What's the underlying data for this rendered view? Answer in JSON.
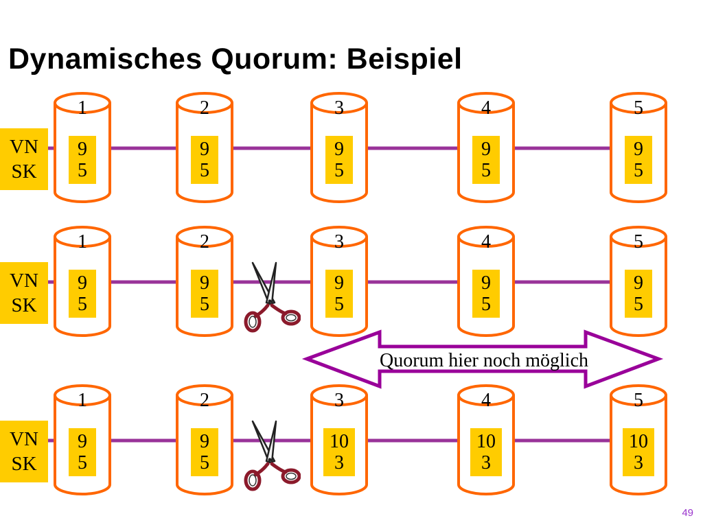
{
  "title": "Dynamisches Quorum: Beispiel",
  "page_number": "49",
  "colors": {
    "cylinder_stroke": "#FF6600",
    "link": "#993399",
    "box_fill": "#FFCC00",
    "arrow_stroke": "#990099",
    "page_number": "#9933CC"
  },
  "rows": [
    {
      "labels": [
        "VN",
        "SK"
      ],
      "cut_after_node": null,
      "nodes": [
        {
          "id": "1",
          "vn": "9",
          "sk": "5"
        },
        {
          "id": "2",
          "vn": "9",
          "sk": "5"
        },
        {
          "id": "3",
          "vn": "9",
          "sk": "5"
        },
        {
          "id": "4",
          "vn": "9",
          "sk": "5"
        },
        {
          "id": "5",
          "vn": "9",
          "sk": "5"
        }
      ]
    },
    {
      "labels": [
        "VN",
        "SK"
      ],
      "cut_after_node": 2,
      "nodes": [
        {
          "id": "1",
          "vn": "9",
          "sk": "5"
        },
        {
          "id": "2",
          "vn": "9",
          "sk": "5"
        },
        {
          "id": "3",
          "vn": "9",
          "sk": "5"
        },
        {
          "id": "4",
          "vn": "9",
          "sk": "5"
        },
        {
          "id": "5",
          "vn": "9",
          "sk": "5"
        }
      ]
    },
    {
      "labels": [
        "VN",
        "SK"
      ],
      "cut_after_node": 2,
      "nodes": [
        {
          "id": "1",
          "vn": "9",
          "sk": "5"
        },
        {
          "id": "2",
          "vn": "9",
          "sk": "5"
        },
        {
          "id": "3",
          "vn": "10",
          "sk": "3"
        },
        {
          "id": "4",
          "vn": "10",
          "sk": "3"
        },
        {
          "id": "5",
          "vn": "10",
          "sk": "3"
        }
      ]
    }
  ],
  "quorum_arrow": {
    "text": "Quorum hier noch möglich"
  },
  "icons": {
    "cut": "scissors-icon"
  }
}
